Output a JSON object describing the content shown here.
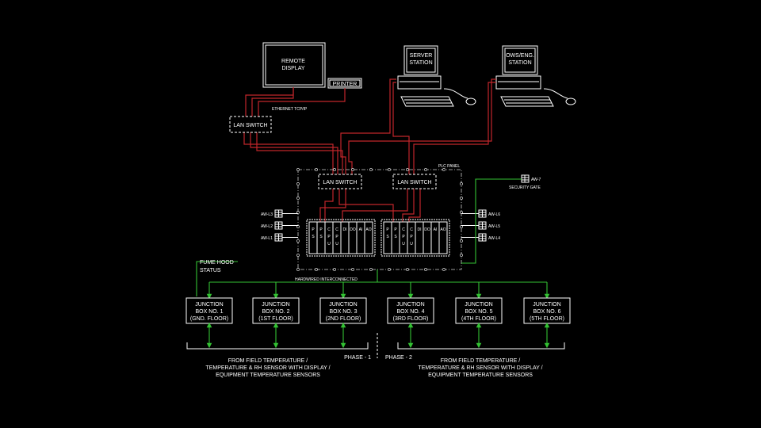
{
  "remote_display": {
    "line1": "REMOTE",
    "line2": "DISPLAY"
  },
  "printer": {
    "label": "PRINTER"
  },
  "ethernet": {
    "label": "ETHERNET TCP/IP"
  },
  "lan_switch_top": {
    "label": "LAN SWITCH"
  },
  "server_station": {
    "line1": "SERVER",
    "line2": "STATION"
  },
  "ows_station": {
    "line1": "OWS/ENG.",
    "line2": "STATION"
  },
  "plc_panel": {
    "label": "PLC PANEL",
    "lan_switch_left": "LAN SWITCH",
    "lan_switch_right": "LAN SWITCH",
    "io_modules": [
      [
        "P",
        "S"
      ],
      [
        "P",
        "S"
      ],
      [
        "C",
        "P",
        "U"
      ],
      [
        "C",
        "P",
        "U"
      ],
      [
        "DI"
      ],
      [
        "DO"
      ],
      [
        "AI"
      ],
      [
        "AO"
      ]
    ]
  },
  "aw_left": [
    "AW-L3",
    "AW-L2",
    "AW-L1"
  ],
  "aw_right": [
    "AW-L6",
    "AW-L5",
    "AW-L4"
  ],
  "security_gate": {
    "tag": "AW-7",
    "label": "SECURITY GATE"
  },
  "fume_hood": {
    "line1": "FUME HOOD",
    "line2": "STATUS"
  },
  "hardwired": {
    "label": "HARDWIRED INTERCONNECTED"
  },
  "junction_boxes": [
    {
      "l1": "JUNCTION",
      "l2": "BOX NO. 1",
      "l3": "(GND. FLOOR)"
    },
    {
      "l1": "JUNCTION",
      "l2": "BOX NO. 2",
      "l3": "(1ST FLOOR)"
    },
    {
      "l1": "JUNCTION",
      "l2": "BOX NO. 3",
      "l3": "(2ND FLOOR)"
    },
    {
      "l1": "JUNCTION",
      "l2": "BOX NO. 4",
      "l3": "(3RD FLOOR)"
    },
    {
      "l1": "JUNCTION",
      "l2": "BOX NO. 5",
      "l3": "(4TH FLOOR)"
    },
    {
      "l1": "JUNCTION",
      "l2": "BOX NO. 6",
      "l3": "(5TH FLOOR)"
    }
  ],
  "phase1": {
    "label": "PHASE - 1",
    "note": [
      "FROM FIELD TEMPERATURE /",
      "TEMPERATURE & RH SENSOR WITH DISPLAY /",
      "EQUIPMENT TEMPERATURE SENSORS"
    ]
  },
  "phase2": {
    "label": "PHASE - 2",
    "note": [
      "FROM FIELD TEMPERATURE /",
      "TEMPERATURE & RH SENSOR WITH DISPLAY /",
      "EQUIPMENT TEMPERATURE SENSORS"
    ]
  },
  "colors": {
    "background": "#000000",
    "ethernet": "#c0262b",
    "hardwired": "#33c233",
    "line": "#ffffff"
  }
}
